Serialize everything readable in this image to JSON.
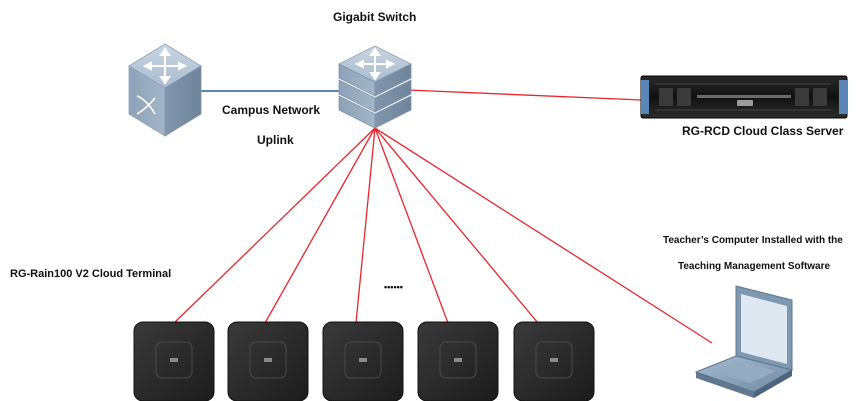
{
  "labels": {
    "gigabit_switch": "Gigabit Switch",
    "campus_network": "Campus Network",
    "uplink": "Uplink",
    "server": "RG-RCD Cloud Class Server",
    "teacher_line1": "Teacher’s Computer Installed with the",
    "teacher_line2": "Teaching Management Software",
    "cloud_terminal": "RG-Rain100 V2 Cloud Terminal",
    "ellipsis": "••••••"
  },
  "nodes": {
    "core_switch_icon": "core-switch-icon",
    "gigabit_switch_icon": "gigabit-switch-icon",
    "server_icon": "rack-server-icon",
    "laptop_icon": "laptop-icon",
    "terminal_icon": "cloud-terminal-icon",
    "terminal_count": 5
  },
  "colors": {
    "link_red": "#e8262b",
    "uplink_blue": "#5b86b8",
    "switch_face": "#9fb3c7",
    "terminal_body": "#2b2b2b"
  }
}
